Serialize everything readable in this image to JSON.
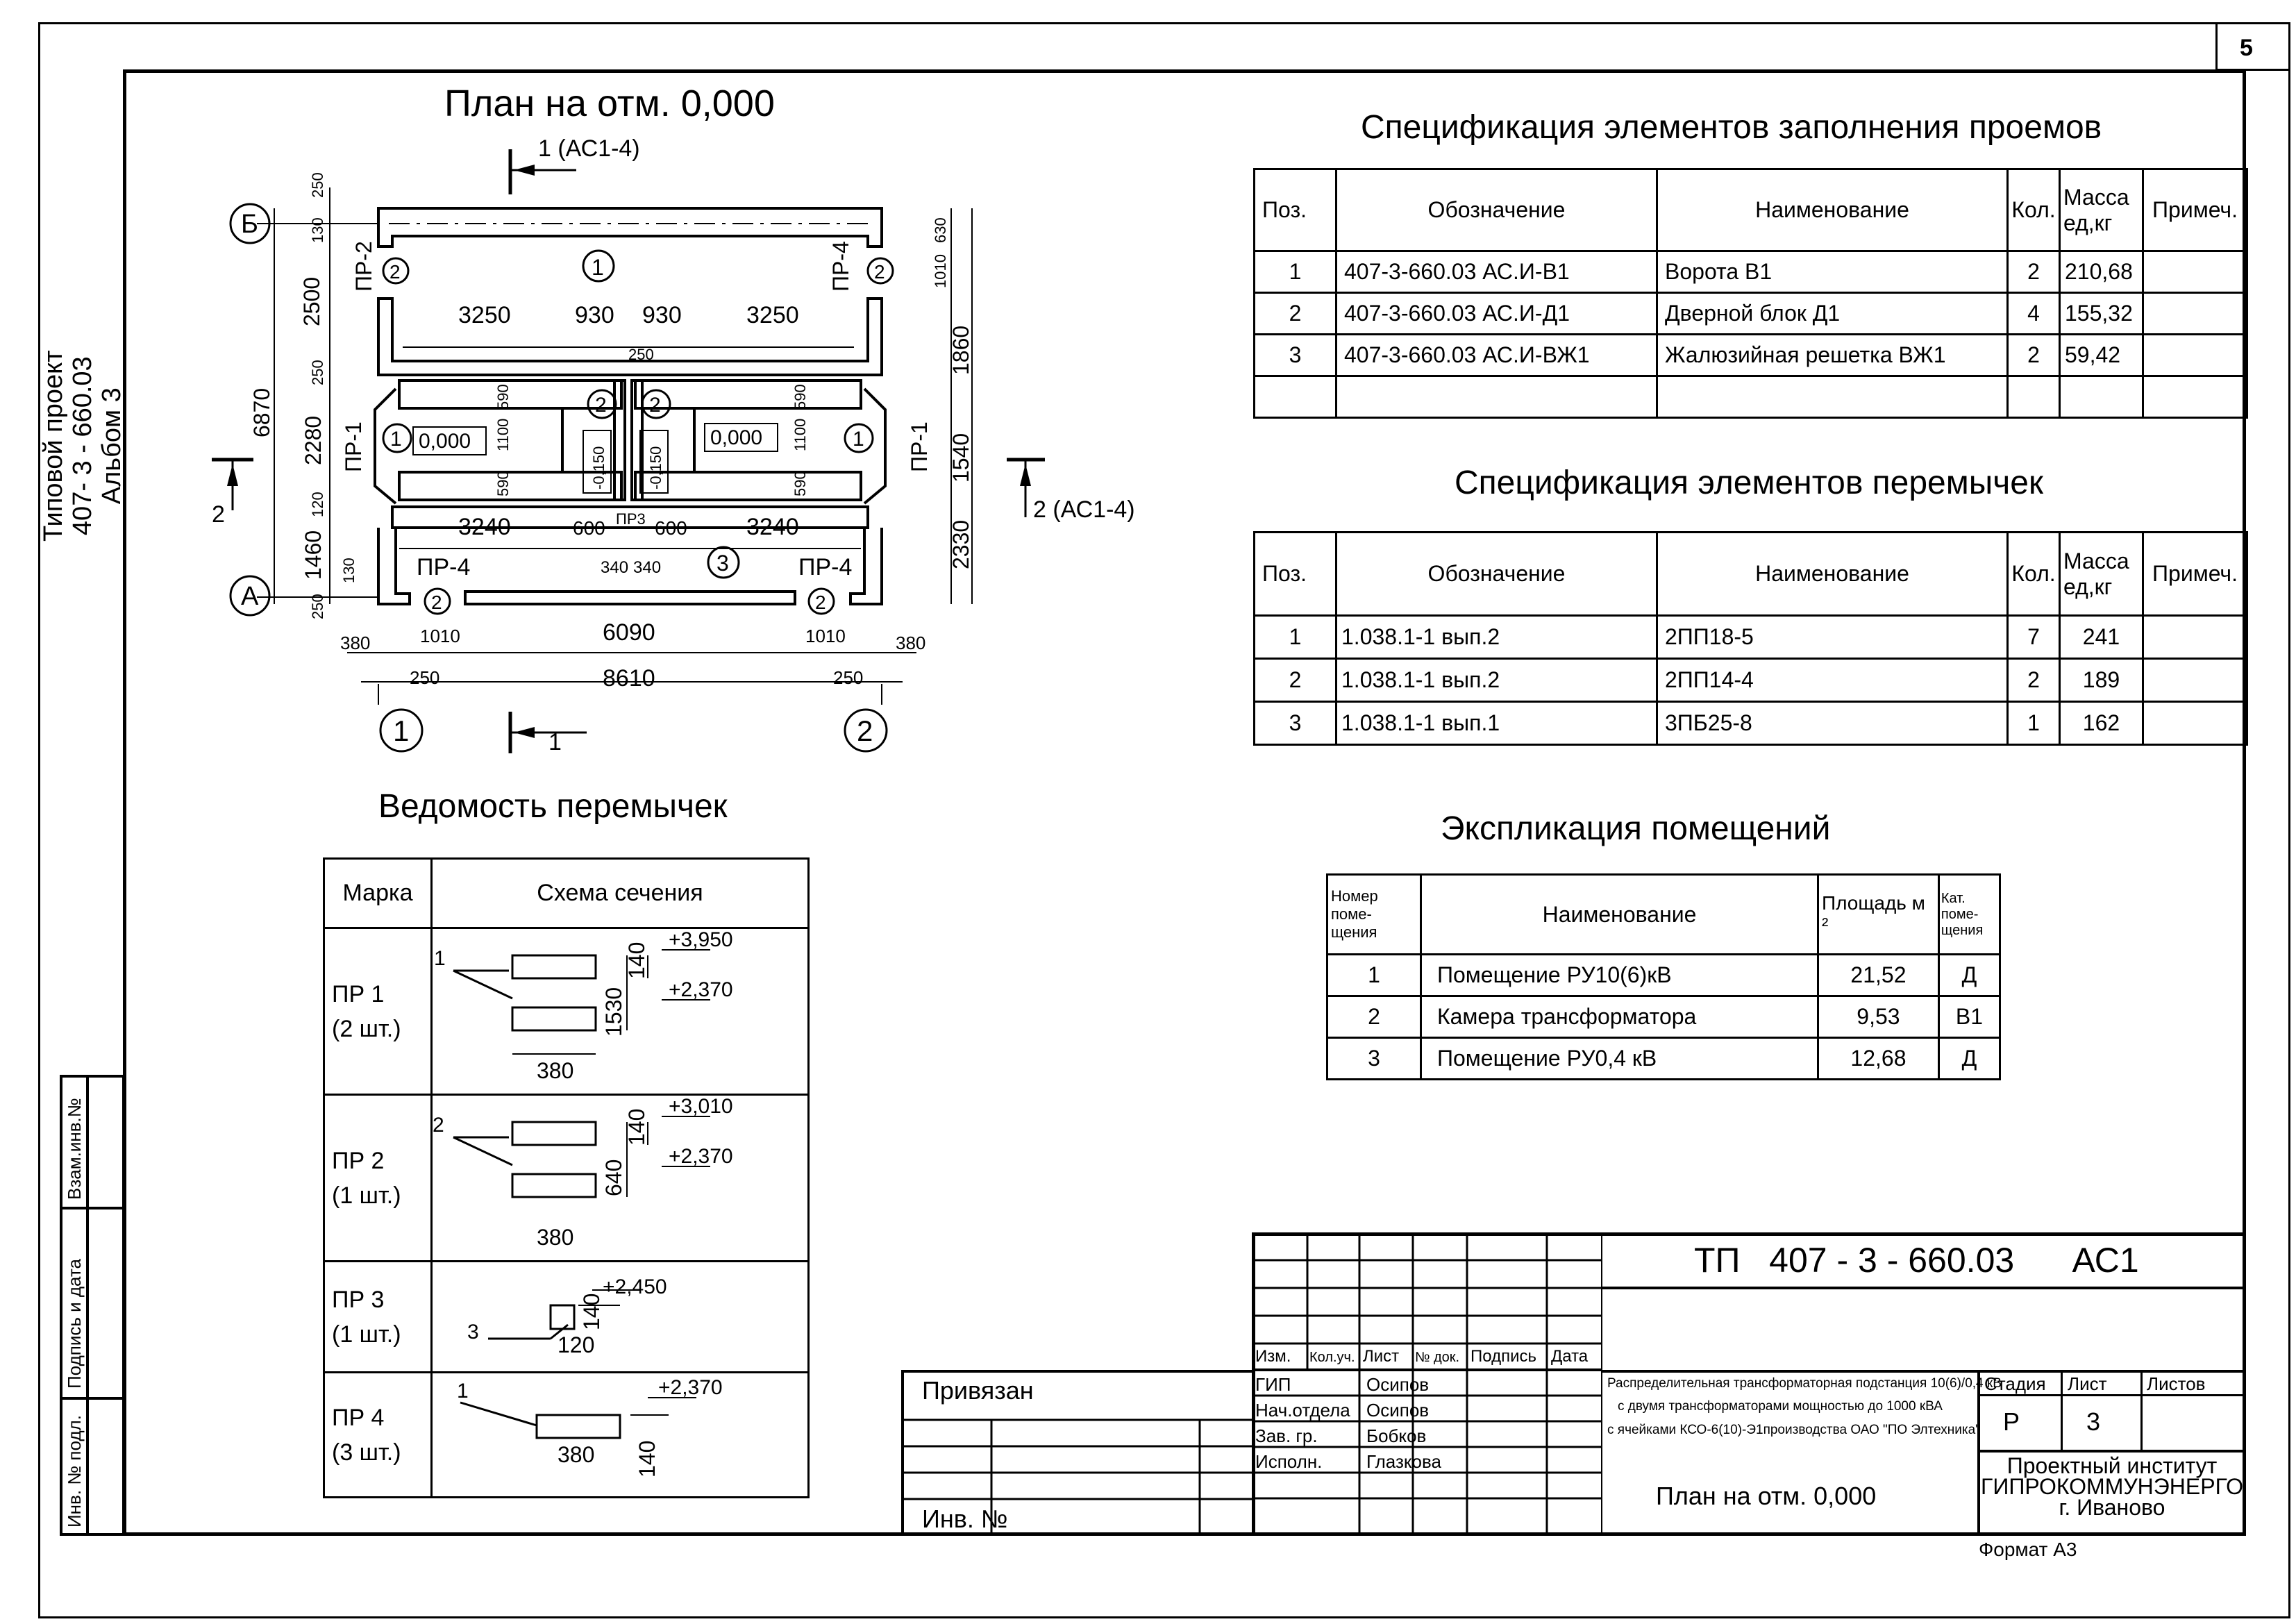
{
  "sheet_number": "5",
  "side_label": [
    "Типовой проект",
    "407- 3 - 660.03",
    "Альбом 3"
  ],
  "plan": {
    "title": "План на отм. 0,000",
    "cut_1_top": "1 (АС1-4)",
    "cut_1_bottom": "1",
    "cut_2_left": "2",
    "cut_2_right": "2 (АС1-4)",
    "axis_b": "Б",
    "axis_a": "А",
    "axis_1": "1",
    "axis_2": "2",
    "dims": {
      "d250": "250",
      "d130": "130",
      "d2500": "2500",
      "d6870": "6870",
      "d2280": "2280",
      "d120": "120",
      "d1460": "1460",
      "d630": "630",
      "d1010": "1010",
      "d1860": "1860",
      "d1540": "1540",
      "d2330": "2330",
      "d3250": "3250",
      "d930": "930",
      "d590": "590",
      "d1100": "1100",
      "d3240": "3240",
      "d600": "600",
      "d340": "340",
      "d380": "380",
      "d6090": "6090",
      "d8610": "8610"
    },
    "marks": {
      "pr1": "ПР-1",
      "pr2": "ПР-2",
      "pr3": "ПР3",
      "pr4": "ПР-4",
      "room1": "1",
      "room2": "2",
      "room3": "3",
      "pos1": "1",
      "pos2": "2",
      "lvl0": "0,000",
      "lvlm": "-0,150"
    }
  },
  "spec_openings": {
    "title": "Спецификация элементов заполнения проемов",
    "headers": [
      "Поз.",
      "Обозначение",
      "Наименование",
      "Кол.",
      "Масса ед,кг",
      "Примеч."
    ],
    "rows": [
      [
        "1",
        "407-3-660.03 АС.И-В1",
        "Ворота  В1",
        "2",
        "210,68",
        ""
      ],
      [
        "2",
        "407-3-660.03 АС.И-Д1",
        "Дверной блок Д1",
        "4",
        "155,32",
        ""
      ],
      [
        "3",
        "407-3-660.03 АС.И-ВЖ1",
        "Жалюзийная решетка  ВЖ1",
        "2",
        "59,42",
        ""
      ],
      [
        "",
        "",
        "",
        "",
        "",
        ""
      ]
    ]
  },
  "spec_lintels": {
    "title": "Спецификация элементов перемычек",
    "headers": [
      "Поз.",
      "Обозначение",
      "Наименование",
      "Кол.",
      "Масса ед,кг",
      "Примеч."
    ],
    "rows": [
      [
        "1",
        "1.038.1-1 вып.2",
        "2ПП18-5",
        "7",
        "241",
        ""
      ],
      [
        "2",
        "1.038.1-1 вып.2",
        "2ПП14-4",
        "2",
        "189",
        ""
      ],
      [
        "3",
        "1.038.1-1 вып.1",
        "3ПБ25-8",
        "1",
        "162",
        ""
      ]
    ]
  },
  "rooms": {
    "title": "Экспликация помещений",
    "headers": [
      "Номер поме- щения",
      "Наименование",
      "Площадь м ²",
      "Кат. поме- щения"
    ],
    "rows": [
      [
        "1",
        "Помещение РУ10(6)кВ",
        "21,52",
        "Д"
      ],
      [
        "2",
        "Камера трансформатора",
        "9,53",
        "В1"
      ],
      [
        "3",
        "Помещение   РУ0,4 кВ",
        "12,68",
        "Д"
      ]
    ]
  },
  "lintel_list": {
    "title": "Ведомость перемычек",
    "headers": [
      "Марка",
      "Схема сечения"
    ],
    "rows": [
      {
        "mark": "ПР 1",
        "qty": "(2 шт.)",
        "pos": "1",
        "w": "380",
        "h1": "140",
        "h2": "1530",
        "top": "+3,950",
        "bot": "+2,370"
      },
      {
        "mark": "ПР 2",
        "qty": "(1 шт.)",
        "pos": "2",
        "w": "380",
        "h1": "140",
        "h2": "640",
        "top": "+3,010",
        "bot": "+2,370"
      },
      {
        "mark": "ПР 3",
        "qty": "(1 шт.)",
        "pos": "3",
        "w": "120",
        "h1": "140",
        "h2": "",
        "top": "+2,450",
        "bot": ""
      },
      {
        "mark": "ПР 4",
        "qty": "(3 шт.)",
        "pos": "1",
        "w": "380",
        "h1": "140",
        "h2": "",
        "top": "+2,370",
        "bot": ""
      }
    ]
  },
  "left_strip": {
    "vzam": "Взам.инв.№",
    "podpis": "Подпись и дата",
    "inv": "Инв. №  подл."
  },
  "stamp": {
    "code": "ТП   407 - 3 - 660.03      АС1",
    "col_heads": [
      "Изм.",
      "Кол.уч.",
      "Лист",
      "№ док.",
      "Подпись",
      "Дата"
    ],
    "people": [
      [
        "ГИП",
        "Осипов"
      ],
      [
        "Нач.отдела",
        "Осипов"
      ],
      [
        "Зав. гр.",
        "Бобков"
      ],
      [
        "Исполн.",
        "Глазкова"
      ]
    ],
    "description": [
      "Распределительная трансформаторная подстанция 10(6)/0,4 кВ",
      "с двумя трансформаторами мощностью до 1000 кВА",
      "с ячейками  КСО-6(10)-Э1производства ОАО \"ПО Элтехника\""
    ],
    "sheet_title": "План на отм. 0,000",
    "stage_head": "Стадия",
    "sheet_head": "Лист",
    "sheets_head": "Листов",
    "stage": "Р",
    "sheet": "3",
    "sheets": "",
    "org": [
      "Проектный институт",
      "ГИПРОКОММУНЭНЕРГО",
      "г. Иваново"
    ],
    "privyazan": "Привязан",
    "inv_no": "Инв. №",
    "format": "Формат А3"
  }
}
